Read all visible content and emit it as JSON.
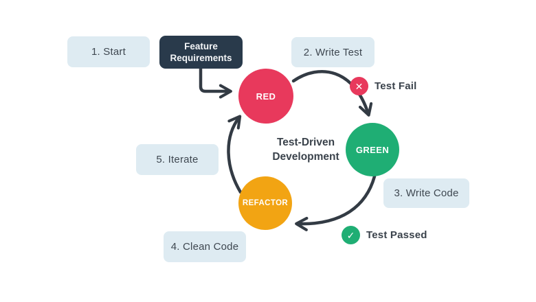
{
  "diagram": {
    "title": "Test-Driven Development",
    "feature_requirements": {
      "label": "Feature Requirements",
      "bg_color": "#293A4B"
    },
    "steps": [
      {
        "label": "1. Start"
      },
      {
        "label": "2. Write Test"
      },
      {
        "label": "3. Write Code"
      },
      {
        "label": "4. Clean Code"
      },
      {
        "label": "5. Iterate"
      }
    ],
    "nodes": [
      {
        "label": "RED",
        "color": "#E8395C"
      },
      {
        "label": "GREEN",
        "color": "#1FAE74"
      },
      {
        "label": "REFACTOR",
        "color": "#F2A413"
      }
    ],
    "statuses": [
      {
        "label": "Test Fail",
        "icon": "x-circle-icon",
        "icon_glyph": "✕",
        "color": "#E8395C"
      },
      {
        "label": "Test Passed",
        "icon": "check-circle-icon",
        "icon_glyph": "✓",
        "color": "#1FAE74"
      }
    ],
    "colors": {
      "arrow": "#333B44",
      "step_box_bg": "#DEEBF2",
      "text": "#3A424B",
      "background": "#FFFFFF"
    }
  }
}
